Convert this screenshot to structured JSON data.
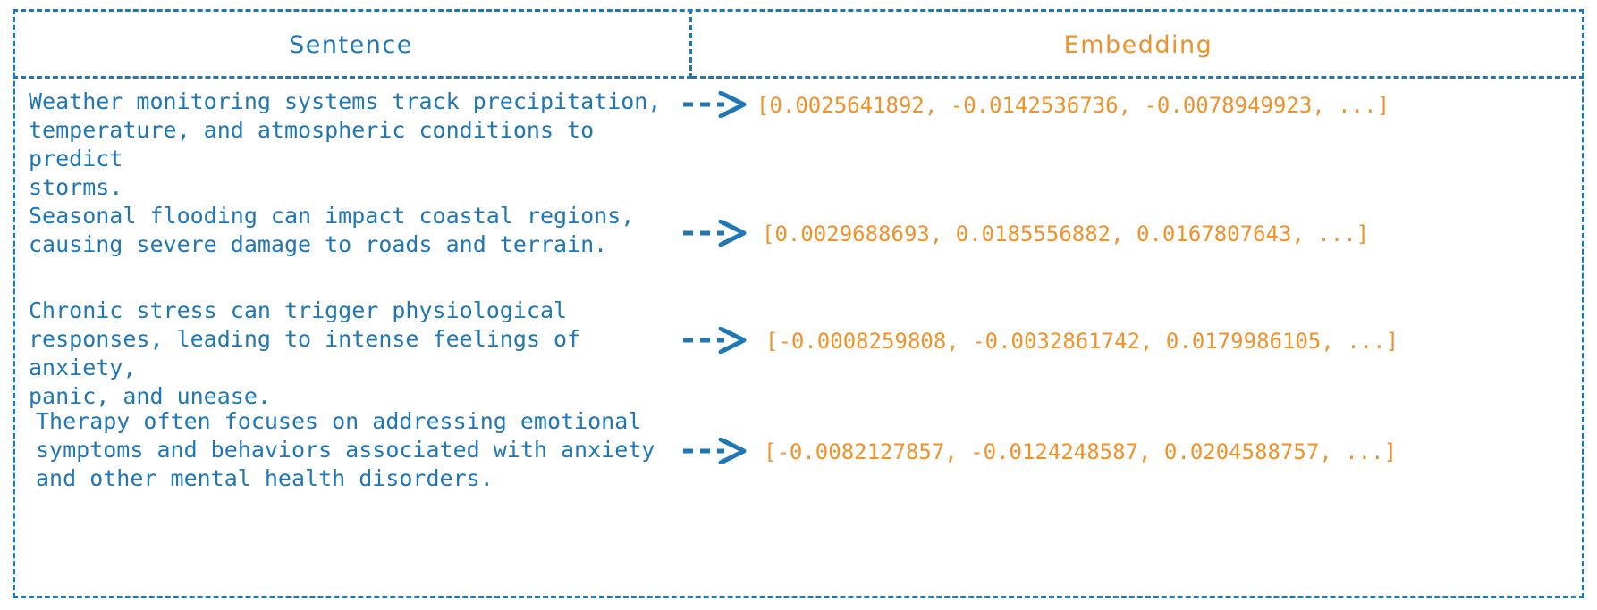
{
  "table": {
    "headers": {
      "sentence": "Sentence",
      "embedding": "Embedding"
    },
    "arrow_glyph": "dashed-arrow-icon",
    "rows": [
      {
        "sentence": "Weather monitoring systems track precipitation,\ntemperature, and atmospheric conditions to predict\nstorms.",
        "embedding": "[0.0025641892, -0.0142536736, -0.0078949923, ...]"
      },
      {
        "sentence": "Seasonal flooding can impact coastal regions,\ncausing severe damage to roads and terrain.",
        "embedding": "[0.0029688693, 0.0185556882, 0.0167807643, ...]"
      },
      {
        "sentence": "Chronic stress can trigger physiological\nresponses, leading to intense feelings of anxiety,\npanic, and unease.",
        "embedding": "[-0.0008259808, -0.0032861742, 0.0179986105, ...]"
      },
      {
        "sentence": "Therapy often focuses on addressing emotional\nsymptoms and behaviors associated with anxiety\nand other mental health disorders.",
        "embedding": "[-0.0082127857, -0.0124248587, 0.0204588757, ...]"
      }
    ]
  },
  "colors": {
    "sentence_blue": "#1f77b4",
    "embedding_orange": "#f0922b",
    "border_blue": "#1f77b4",
    "background": "#ffffff"
  }
}
